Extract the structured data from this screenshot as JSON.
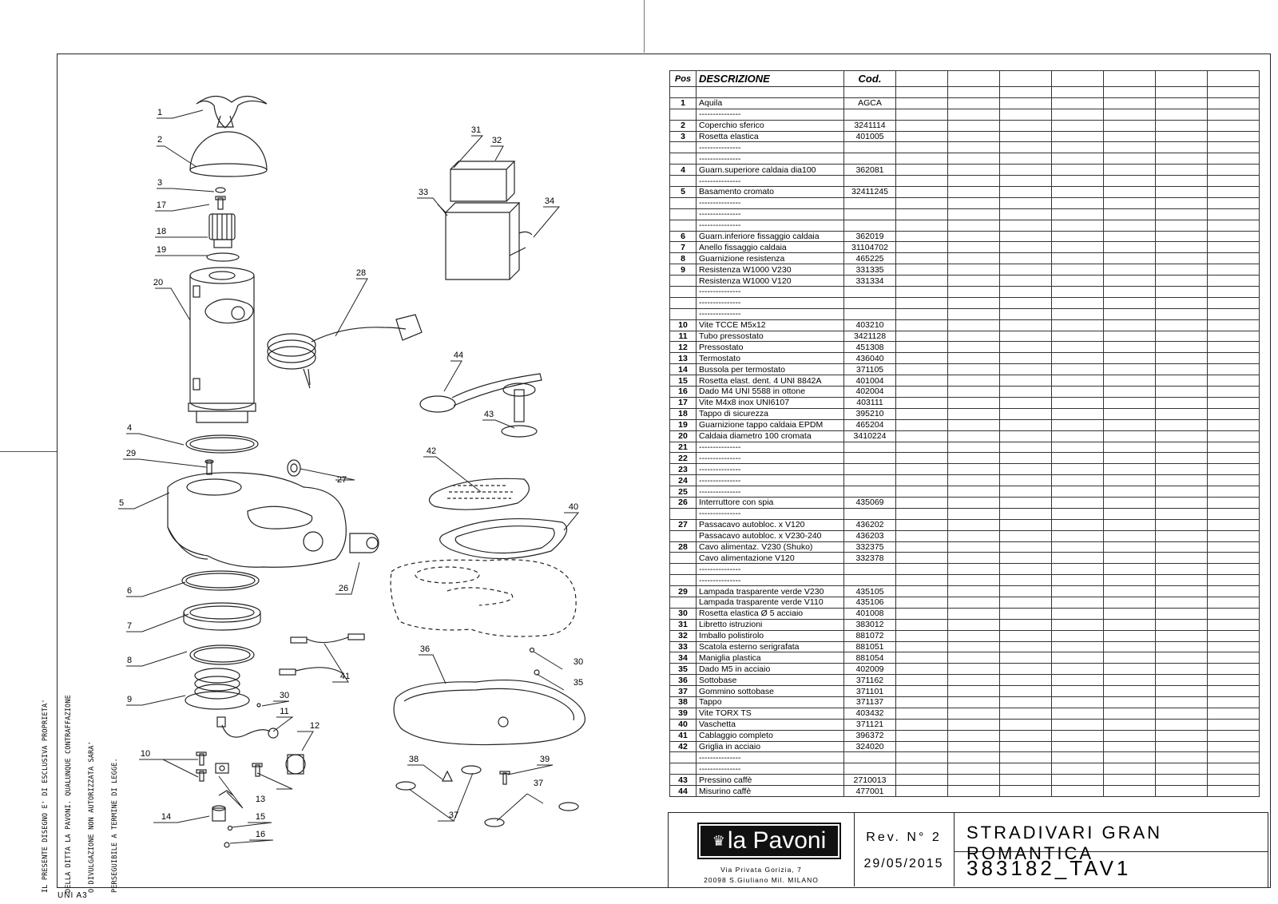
{
  "notice_lines": [
    "IL PRESENTE DISEGNO E' DI ESCLUSIVA PROPRIETA'",
    "DELLA DITTA LA PAVONI. QUALUNQUE CONTRAFFAZIONE",
    "O DIVULGAZIONE NON AUTORIZZATA SARA'",
    "PERSEGUIBILE A TERMINE DI LEGGE."
  ],
  "sheet_format": "UNI A3",
  "table_headers": {
    "pos": "Pos",
    "desc": "DESCRIZIONE",
    "code": "Cod."
  },
  "parts_rows": [
    {
      "pos": "",
      "desc": "",
      "code": ""
    },
    {
      "pos": "1",
      "desc": "Aquila",
      "code": "AGCA"
    },
    {
      "pos": "",
      "desc": "---------------",
      "code": ""
    },
    {
      "pos": "2",
      "desc": "Coperchio sferico",
      "code": "3241114"
    },
    {
      "pos": "3",
      "desc": "Rosetta elastica",
      "code": "401005"
    },
    {
      "pos": "",
      "desc": "---------------",
      "code": ""
    },
    {
      "pos": "",
      "desc": "---------------",
      "code": ""
    },
    {
      "pos": "4",
      "desc": "Guarn.superiore caldaia dia100",
      "code": "362081"
    },
    {
      "pos": "",
      "desc": "---------------",
      "code": ""
    },
    {
      "pos": "5",
      "desc": "Basamento cromato",
      "code": "32411245"
    },
    {
      "pos": "",
      "desc": "---------------",
      "code": ""
    },
    {
      "pos": "",
      "desc": "---------------",
      "code": ""
    },
    {
      "pos": "",
      "desc": "---------------",
      "code": ""
    },
    {
      "pos": "6",
      "desc": "Guarn.inferiore fissaggio caldaia",
      "code": "362019"
    },
    {
      "pos": "7",
      "desc": "Anello fissaggio caldaia",
      "code": "31104702"
    },
    {
      "pos": "8",
      "desc": "Guarnizione resistenza",
      "code": "465225"
    },
    {
      "pos": "9",
      "desc": "Resistenza W1000 V230",
      "code": "331335"
    },
    {
      "pos": "",
      "desc": "Resistenza W1000 V120",
      "code": "331334"
    },
    {
      "pos": "",
      "desc": "---------------",
      "code": ""
    },
    {
      "pos": "",
      "desc": "---------------",
      "code": ""
    },
    {
      "pos": "",
      "desc": "---------------",
      "code": ""
    },
    {
      "pos": "10",
      "desc": "Vite TCCE M5x12",
      "code": "403210"
    },
    {
      "pos": "11",
      "desc": "Tubo pressostato",
      "code": "3421128"
    },
    {
      "pos": "12",
      "desc": "Pressostato",
      "code": "451308"
    },
    {
      "pos": "13",
      "desc": "Termostato",
      "code": "436040"
    },
    {
      "pos": "14",
      "desc": "Bussola per termostato",
      "code": "371105"
    },
    {
      "pos": "15",
      "desc": "Rosetta elast. dent. 4 UNI 8842A",
      "code": "401004"
    },
    {
      "pos": "16",
      "desc": "Dado M4 UNI 5588 in ottone",
      "code": "402004"
    },
    {
      "pos": "17",
      "desc": "Vite M4x8 inox UNI6107",
      "code": "403111"
    },
    {
      "pos": "18",
      "desc": "Tappo di sicurezza",
      "code": "395210"
    },
    {
      "pos": "19",
      "desc": "Guarnizione tappo caldaia EPDM",
      "code": "465204"
    },
    {
      "pos": "20",
      "desc": "Caldaia diametro 100 cromata",
      "code": "3410224"
    },
    {
      "pos": "21",
      "desc": "---------------",
      "code": ""
    },
    {
      "pos": "22",
      "desc": "---------------",
      "code": ""
    },
    {
      "pos": "23",
      "desc": "---------------",
      "code": ""
    },
    {
      "pos": "24",
      "desc": "---------------",
      "code": ""
    },
    {
      "pos": "25",
      "desc": "---------------",
      "code": ""
    },
    {
      "pos": "26",
      "desc": "Interruttore con spia",
      "code": "435069"
    },
    {
      "pos": "",
      "desc": "---------------",
      "code": ""
    },
    {
      "pos": "27",
      "desc": "Passacavo autobloc. x V120",
      "code": "436202"
    },
    {
      "pos": "",
      "desc": "Passacavo autobloc. x V230-240",
      "code": "436203"
    },
    {
      "pos": "28",
      "desc": "Cavo alimentaz. V230 (Shuko)",
      "code": "332375"
    },
    {
      "pos": "",
      "desc": "Cavo alimentazione V120",
      "code": "332378"
    },
    {
      "pos": "",
      "desc": "---------------",
      "code": ""
    },
    {
      "pos": "",
      "desc": "---------------",
      "code": ""
    },
    {
      "pos": "29",
      "desc": "Lampada trasparente verde V230",
      "code": "435105"
    },
    {
      "pos": "",
      "desc": "Lampada trasparente verde V110",
      "code": "435106"
    },
    {
      "pos": "30",
      "desc": "Rosetta elastica  Ø 5 acciaio",
      "code": "401008"
    },
    {
      "pos": "31",
      "desc": "Libretto istruzioni",
      "code": "383012"
    },
    {
      "pos": "32",
      "desc": "Imballo polistirolo",
      "code": "881072"
    },
    {
      "pos": "33",
      "desc": "Scatola esterno serigrafata",
      "code": "881051"
    },
    {
      "pos": "34",
      "desc": "Maniglia plastica",
      "code": "881054"
    },
    {
      "pos": "35",
      "desc": "Dado M5 in acciaio",
      "code": "402009"
    },
    {
      "pos": "36",
      "desc": "Sottobase",
      "code": "371162"
    },
    {
      "pos": "37",
      "desc": "Gommino sottobase",
      "code": "371101"
    },
    {
      "pos": "38",
      "desc": "Tappo",
      "code": "371137"
    },
    {
      "pos": "39",
      "desc": "Vite   TORX TS",
      "code": "403432"
    },
    {
      "pos": "40",
      "desc": "Vaschetta",
      "code": "371121"
    },
    {
      "pos": "41",
      "desc": "Cablaggio completo",
      "code": "396372"
    },
    {
      "pos": "42",
      "desc": "Griglia in acciaio",
      "code": "324020"
    },
    {
      "pos": "",
      "desc": "---------------",
      "code": ""
    },
    {
      "pos": "",
      "desc": "---------------",
      "code": ""
    },
    {
      "pos": "43",
      "desc": "Pressino caffè",
      "code": "2710013"
    },
    {
      "pos": "44",
      "desc": "Misurino caffè",
      "code": "477001"
    }
  ],
  "callouts": [
    "1",
    "2",
    "3",
    "17",
    "18",
    "19",
    "20",
    "4",
    "29",
    "5",
    "27",
    "28",
    "31",
    "32",
    "33",
    "34",
    "44",
    "43",
    "42",
    "40",
    "6",
    "7",
    "8",
    "9",
    "10",
    "11",
    "12",
    "13",
    "14",
    "15",
    "16",
    "26",
    "30",
    "30",
    "35",
    "36",
    "37",
    "37",
    "38",
    "39",
    "41"
  ],
  "company": {
    "logo_text": "la Pavoni",
    "address_line1": "Via Privata Gorizia, 7",
    "address_line2": "20098 S.Giuliano Mil. MILANO"
  },
  "revision": "Rev. N° 2",
  "date": "29/05/2015",
  "title": "STRADIVARI GRAN ROMANTICA",
  "drawing_code": "383182_TAV1"
}
